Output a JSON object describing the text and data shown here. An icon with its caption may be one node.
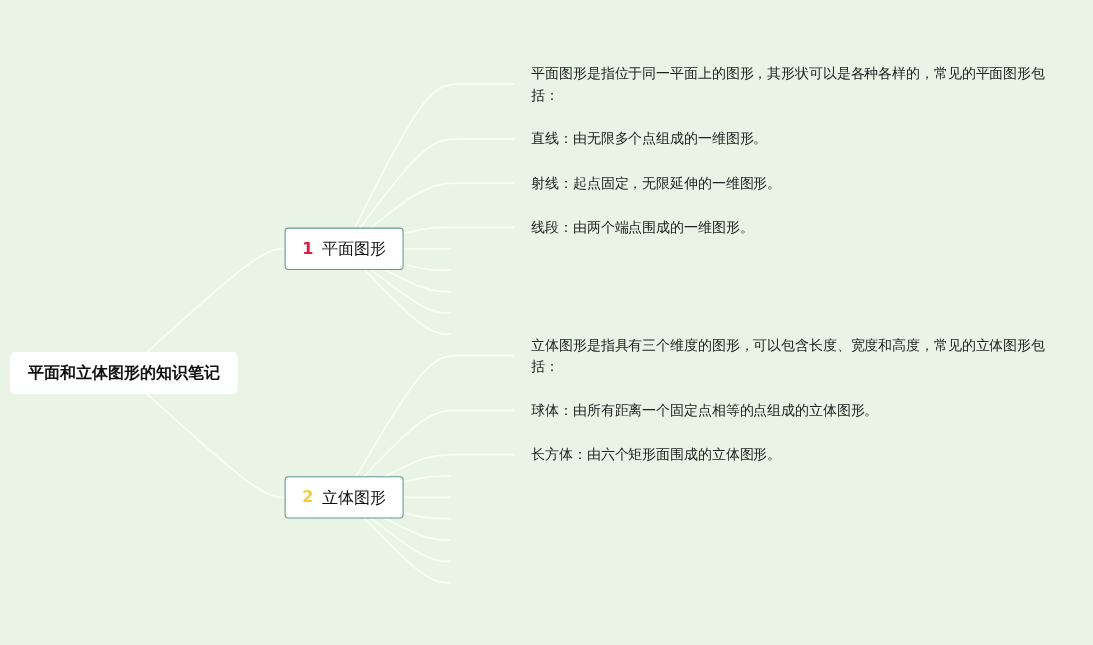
{
  "diagram": {
    "nodes": [
      {
        "text": [
          "平面和立体图形的知识笔记"
        ]
      },
      {
        "text": [
          "1",
          "平面图形"
        ]
      },
      {
        "text": [
          "平面图形是指位于同一平面上的图形，其形状可以是各种各样的，常见的平面图形包括："
        ]
      },
      {
        "text": [
          "直线：由无限多个点组成的一维图形。"
        ]
      },
      {
        "text": [
          "射线：起点固定，无限延伸的一维图形。"
        ]
      },
      {
        "text": [
          "线段：由两个端点围成的一维图形。"
        ]
      },
      {
        "text": [
          "2",
          "立体图形"
        ]
      },
      {
        "text": [
          "立体图形是指具有三个维度的图形，可以包含长度、宽度和高度，常见的立体图形包括："
        ]
      },
      {
        "text": [
          "球体：由所有距离一个固定点相等的点组成的立体图形。"
        ]
      },
      {
        "text": [
          "长方体：由六个矩形面围成的立体图形。"
        ]
      }
    ],
    "edges": [
      {
        "from": 0,
        "to": 1,
        "arrow": "none"
      },
      {
        "from": 1,
        "to": 2,
        "arrow": "none"
      },
      {
        "from": 1,
        "to": 3,
        "arrow": "none"
      },
      {
        "from": 1,
        "to": 4,
        "arrow": "none"
      },
      {
        "from": 1,
        "to": 5,
        "arrow": "none"
      },
      {
        "from": 1,
        "to": null,
        "arrow": "none"
      },
      {
        "from": 1,
        "to": null,
        "arrow": "none"
      },
      {
        "from": 1,
        "to": null,
        "arrow": "none"
      },
      {
        "from": 1,
        "to": null,
        "arrow": "none"
      },
      {
        "from": 1,
        "to": null,
        "arrow": "none"
      },
      {
        "from": 0,
        "to": 6,
        "arrow": "none"
      },
      {
        "from": 6,
        "to": 7,
        "arrow": "none"
      },
      {
        "from": 6,
        "to": 8,
        "arrow": "none"
      },
      {
        "from": 6,
        "to": 9,
        "arrow": "none"
      },
      {
        "from": 6,
        "to": null,
        "arrow": "none"
      },
      {
        "from": 6,
        "to": null,
        "arrow": "none"
      },
      {
        "from": 6,
        "to": null,
        "arrow": "none"
      },
      {
        "from": 6,
        "to": null,
        "arrow": "none"
      },
      {
        "from": 6,
        "to": null,
        "arrow": "none"
      },
      {
        "from": 6,
        "to": null,
        "arrow": "none"
      }
    ]
  }
}
